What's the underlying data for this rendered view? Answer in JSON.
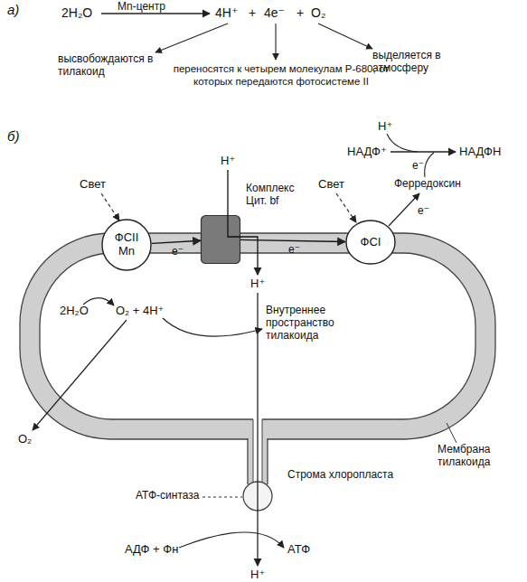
{
  "diagram": {
    "nodes": [
      {
        "text": [
          "ФСII Mn"
        ]
      },
      {
        "text": [
          "Комплекс Цит. bf"
        ]
      },
      {
        "text": [
          "ФСI"
        ]
      }
    ],
    "edges": [
      {
        "from": 0,
        "to": 1,
        "label": "e⁻",
        "arrow": "to"
      },
      {
        "from": 1,
        "to": 2,
        "label": "e⁻",
        "arrow": "to"
      }
    ],
    "labels": [
      "а)",
      "2H₂O",
      "Mn-центр",
      "4H⁺",
      "+",
      "4e⁻",
      "+",
      "O₂",
      "высвобождаются в тилакоид",
      "переносятся к четырем молекулам Р-680, от которых передаются фотосистеме II",
      "выделяется в атмосферу",
      "б)",
      "H⁺",
      "Свет",
      "Свет",
      "H⁺",
      "НАДФ⁺",
      "НАДФН",
      "e⁻",
      "Ферредоксин",
      "e⁻",
      "2H₂O",
      "O₂ + 4H⁺",
      "H⁺",
      "Внутреннее пространство тилакоида",
      "Мембрана тилакоида",
      "O₂",
      "АТФ-синтаза",
      "Строма хлоропласта",
      "АДФ + Фн",
      "АТФ",
      "H⁺"
    ]
  }
}
